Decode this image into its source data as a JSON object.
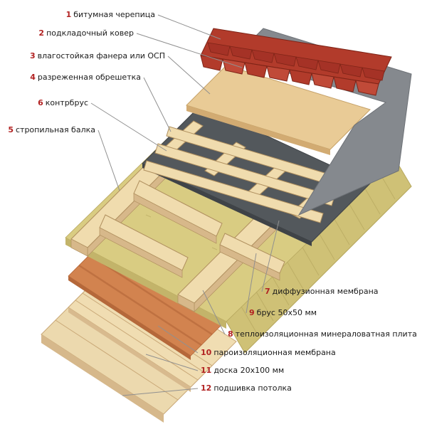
{
  "labels": [
    {
      "num": "1",
      "text": "битумная черепица"
    },
    {
      "num": "2",
      "text": "подкладочный ковер"
    },
    {
      "num": "3",
      "text": "влагостойкая фанера или ОСП"
    },
    {
      "num": "4",
      "text": "разреженная обрешетка"
    },
    {
      "num": "6",
      "text": "контрбрус"
    },
    {
      "num": "5",
      "text": "стропильная балка"
    },
    {
      "num": "7",
      "text": "диффузионная мембрана"
    },
    {
      "num": "9",
      "text": "брус 50x50 мм"
    },
    {
      "num": "8",
      "text": "теплоизоляционная минераловатная плита"
    },
    {
      "num": "10",
      "text": "пароизоляционная мембрана"
    },
    {
      "num": "11",
      "text": "доска 20x100 мм"
    },
    {
      "num": "12",
      "text": "подшивка потолка"
    }
  ],
  "palette": {
    "background": "#ffffff",
    "shingles": "#b23b2b",
    "shingles_alt": "#c04a38",
    "shingles_shadow": "#a53226",
    "shingles_dark": "#7e2417",
    "underlayment": "#85898e",
    "underlayment_dark": "#6e7277",
    "plywood": "#e9cb96",
    "plywood_edge": "#d2ab72",
    "plywood_stroke": "#c6a269",
    "wood": "#f0dcae",
    "wood_stroke": "#b0905f",
    "wood_side": "#d7b88a",
    "membrane": "#53585c",
    "membrane_dark": "#3f4347",
    "insulation": "#d9cc82",
    "insulation_edge": "#cfc176",
    "insulation_stroke": "#b6a75e",
    "insulation_front": "#c3b46a",
    "vapor_barrier": "#d2834f",
    "vapor_dark": "#b5683a",
    "board": "#f0ddb2",
    "board_face": "#d8ba8e",
    "board_seam": "#c9a877",
    "lining": "#ecd9ae",
    "lining_face": "#d6b88b",
    "leader_line": "#909090",
    "label_number": "#b22222",
    "label_text": "#1a1a1a"
  }
}
